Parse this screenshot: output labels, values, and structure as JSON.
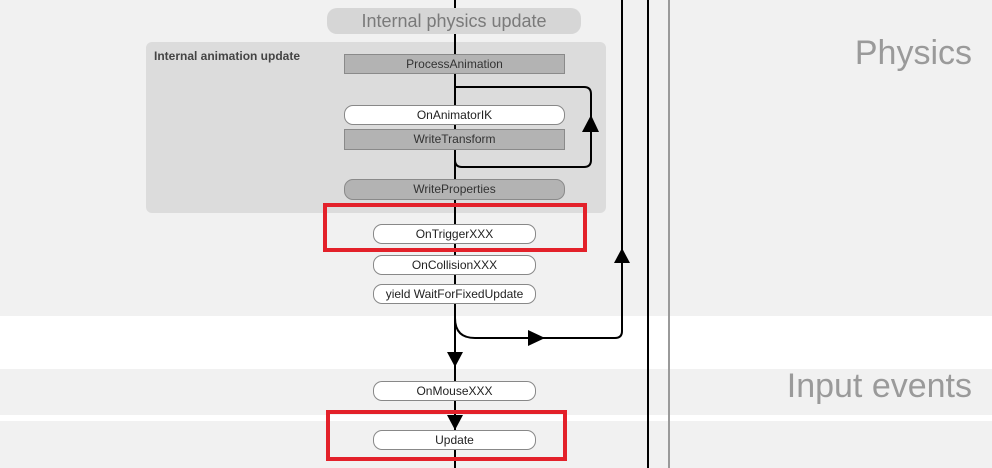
{
  "sections": {
    "physics": "Physics",
    "input_events": "Input events"
  },
  "top_node": "Internal physics update",
  "group": {
    "label": "Internal animation update",
    "nodes": {
      "process_animation": "ProcessAnimation",
      "on_animator_ik": "OnAnimatorIK",
      "write_transform": "WriteTransform",
      "write_properties": "WriteProperties"
    }
  },
  "nodes": {
    "on_trigger": "OnTriggerXXX",
    "on_collision": "OnCollisionXXX",
    "yield_wait": "yield WaitForFixedUpdate",
    "on_mouse": "OnMouseXXX",
    "update": "Update"
  },
  "colors": {
    "highlight": "#e3212a",
    "band": "#f1f1f1",
    "group_bg": "#dcdcdc"
  }
}
